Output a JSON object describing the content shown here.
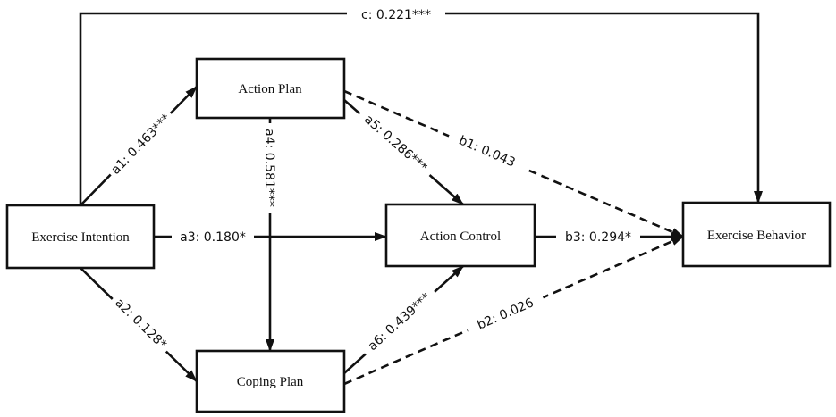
{
  "nodes": {
    "exercise_intention": "Exercise Intention",
    "action_plan": "Action Plan",
    "coping_plan": "Coping Plan",
    "action_control": "Action Control",
    "exercise_behavior": "Exercise Behavior"
  },
  "paths": {
    "c": "c: 0.221***",
    "a1": "a1: 0.463***",
    "a2": "a2: 0.128*",
    "a3": "a3: 0.180*",
    "a4": "a4: 0.581***",
    "a5": "a5: 0.286***",
    "a6": "a6: 0.439***",
    "b1": "b1: 0.043",
    "b2": "b2: 0.026",
    "b3": "b3: 0.294*"
  },
  "path_significance": {
    "c": "significant",
    "a1": "significant",
    "a2": "significant",
    "a3": "significant",
    "a4": "significant",
    "a5": "significant",
    "a6": "significant",
    "b1": "non-significant",
    "b2": "non-significant",
    "b3": "significant"
  },
  "colors": {
    "line": "#111111",
    "background": "#ffffff"
  }
}
